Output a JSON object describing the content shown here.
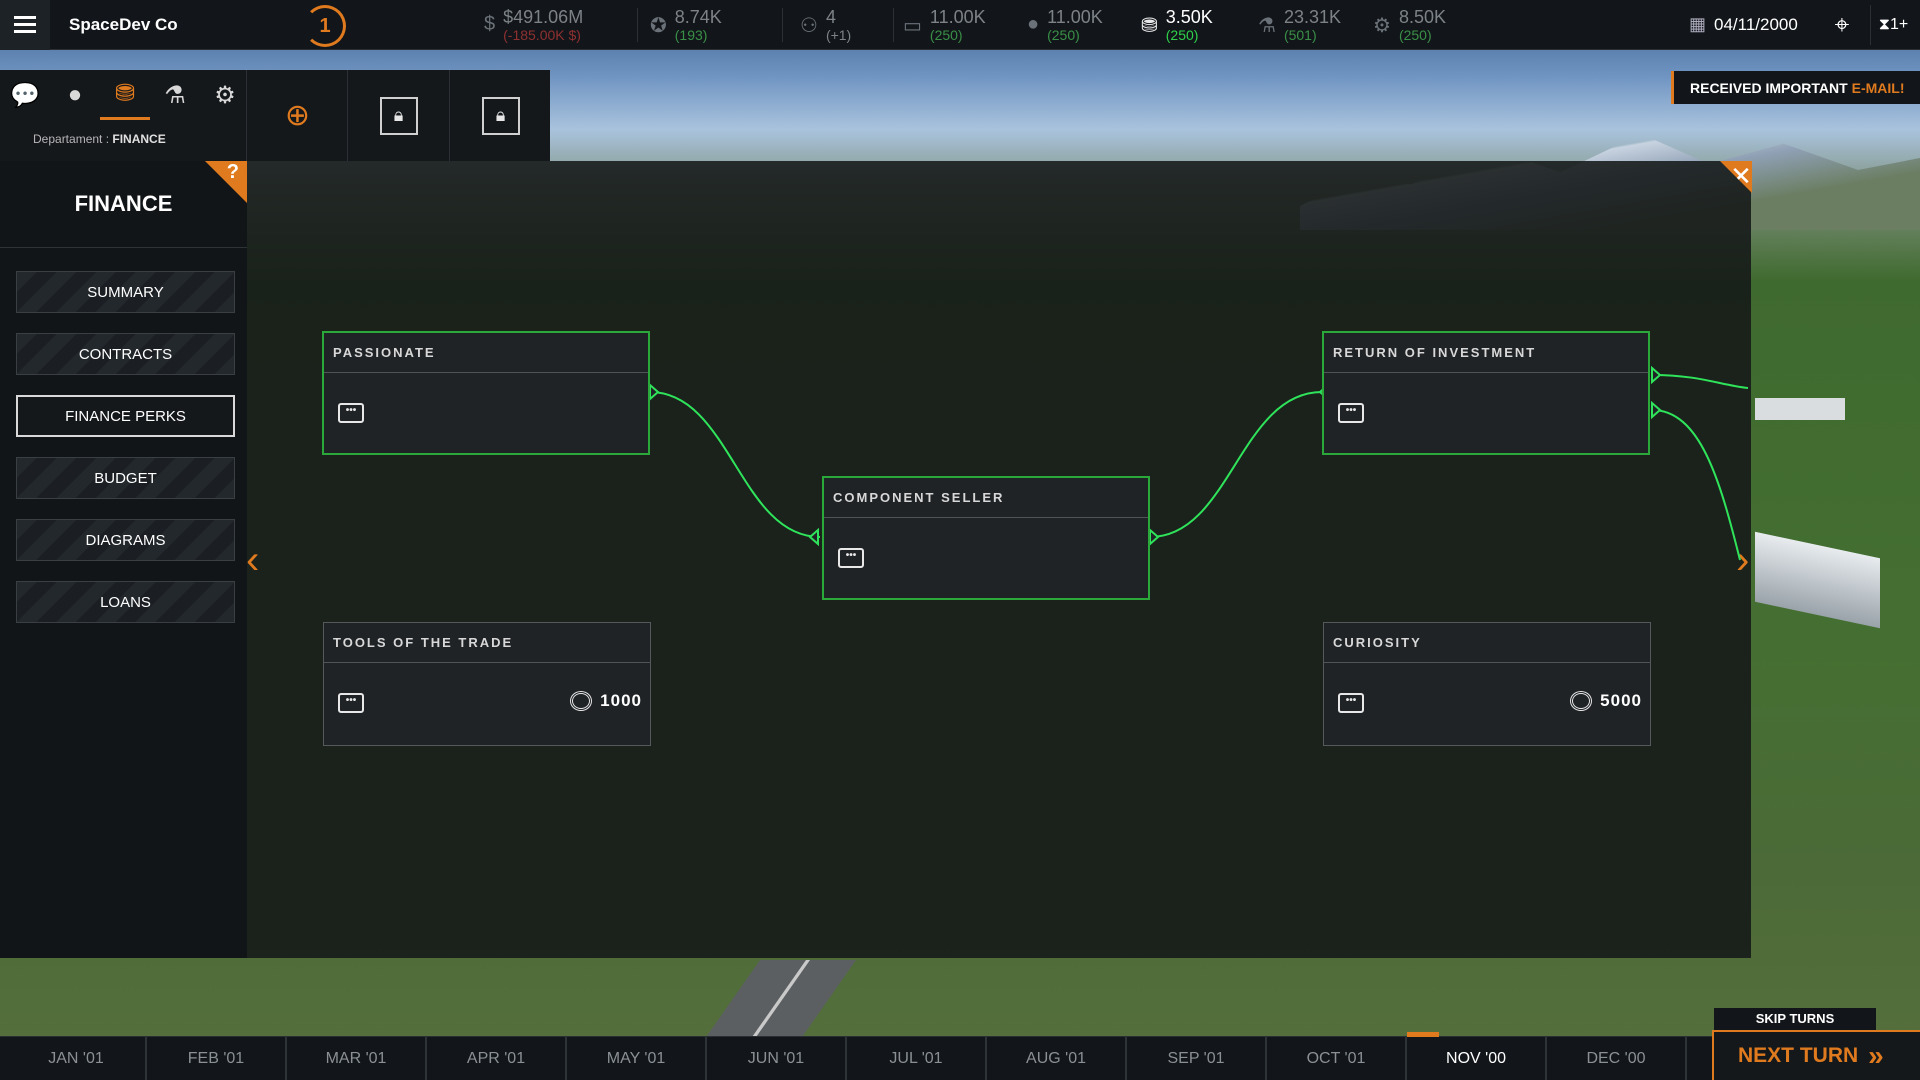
{
  "company": "SpaceDev Co",
  "level": "1",
  "stats": [
    {
      "icon": "money-icon",
      "value": "$491.06M",
      "delta": "(-185.00K $)",
      "tone": "neg"
    },
    {
      "icon": "reputation-icon",
      "value": "8.74K",
      "delta": "(193)",
      "tone": "pos"
    },
    {
      "icon": "workers-icon",
      "value": "4",
      "delta": "(+1)",
      "tone": "dim"
    },
    {
      "icon": "communication-icon",
      "value": "11.00K",
      "delta": "(250)",
      "tone": "pos"
    },
    {
      "icon": "staff-icon",
      "value": "11.00K",
      "delta": "(250)",
      "tone": "pos"
    },
    {
      "icon": "coins-icon",
      "value": "3.50K",
      "delta": "(250)",
      "tone": "bright"
    },
    {
      "icon": "science-icon",
      "value": "23.31K",
      "delta": "(501)",
      "tone": "pos"
    },
    {
      "icon": "engineering-icon",
      "value": "8.50K",
      "delta": "(250)",
      "tone": "pos"
    }
  ],
  "date": "04/11/2000",
  "speed": "1+",
  "notification": {
    "text": "RECEIVED IMPORTANT",
    "highlight": "E-MAIL!"
  },
  "department": {
    "label": "Departament :",
    "value": "FINANCE"
  },
  "nav": {
    "title": "FINANCE",
    "help": "?",
    "items": [
      "SUMMARY",
      "CONTRACTS",
      "FINANCE PERKS",
      "BUDGET",
      "DIAGRAMS",
      "LOANS"
    ],
    "active": "FINANCE PERKS"
  },
  "perks": [
    {
      "title": "PASSIONATE",
      "cost": "",
      "unlocked": true
    },
    {
      "title": "TOOLS OF THE TRADE",
      "cost": "1000",
      "unlocked": false
    },
    {
      "title": "COMPONENT SELLER",
      "cost": "",
      "unlocked": true
    },
    {
      "title": "RETURN OF INVESTMENT",
      "cost": "",
      "unlocked": true
    },
    {
      "title": "CURIOSITY",
      "cost": "5000",
      "unlocked": false
    }
  ],
  "timeline": {
    "months": [
      "JAN '01",
      "FEB '01",
      "MAR '01",
      "APR '01",
      "MAY '01",
      "JUN '01",
      "JUL '01",
      "AUG '01",
      "SEP '01",
      "OCT '01",
      "NOV '00",
      "DEC '00"
    ],
    "current": "NOV '00"
  },
  "skip_turns": "SKIP TURNS",
  "next_turn": "NEXT TURN",
  "colors": {
    "accent": "#e07a1f",
    "unlocked": "#2aa93a",
    "link": "#2fe35a"
  }
}
